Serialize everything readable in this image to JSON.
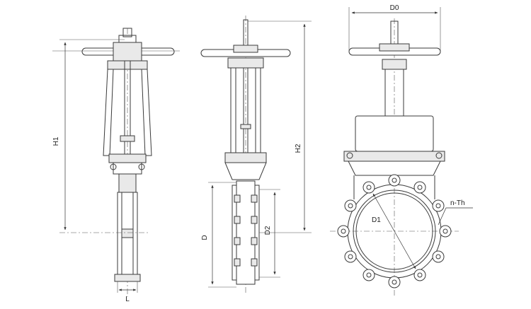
{
  "labels": {
    "h1": "H1",
    "l": "L",
    "h2": "H2",
    "d": "D",
    "d2": "D2",
    "d0": "D0",
    "d1": "D1",
    "nth": "n-Th"
  }
}
